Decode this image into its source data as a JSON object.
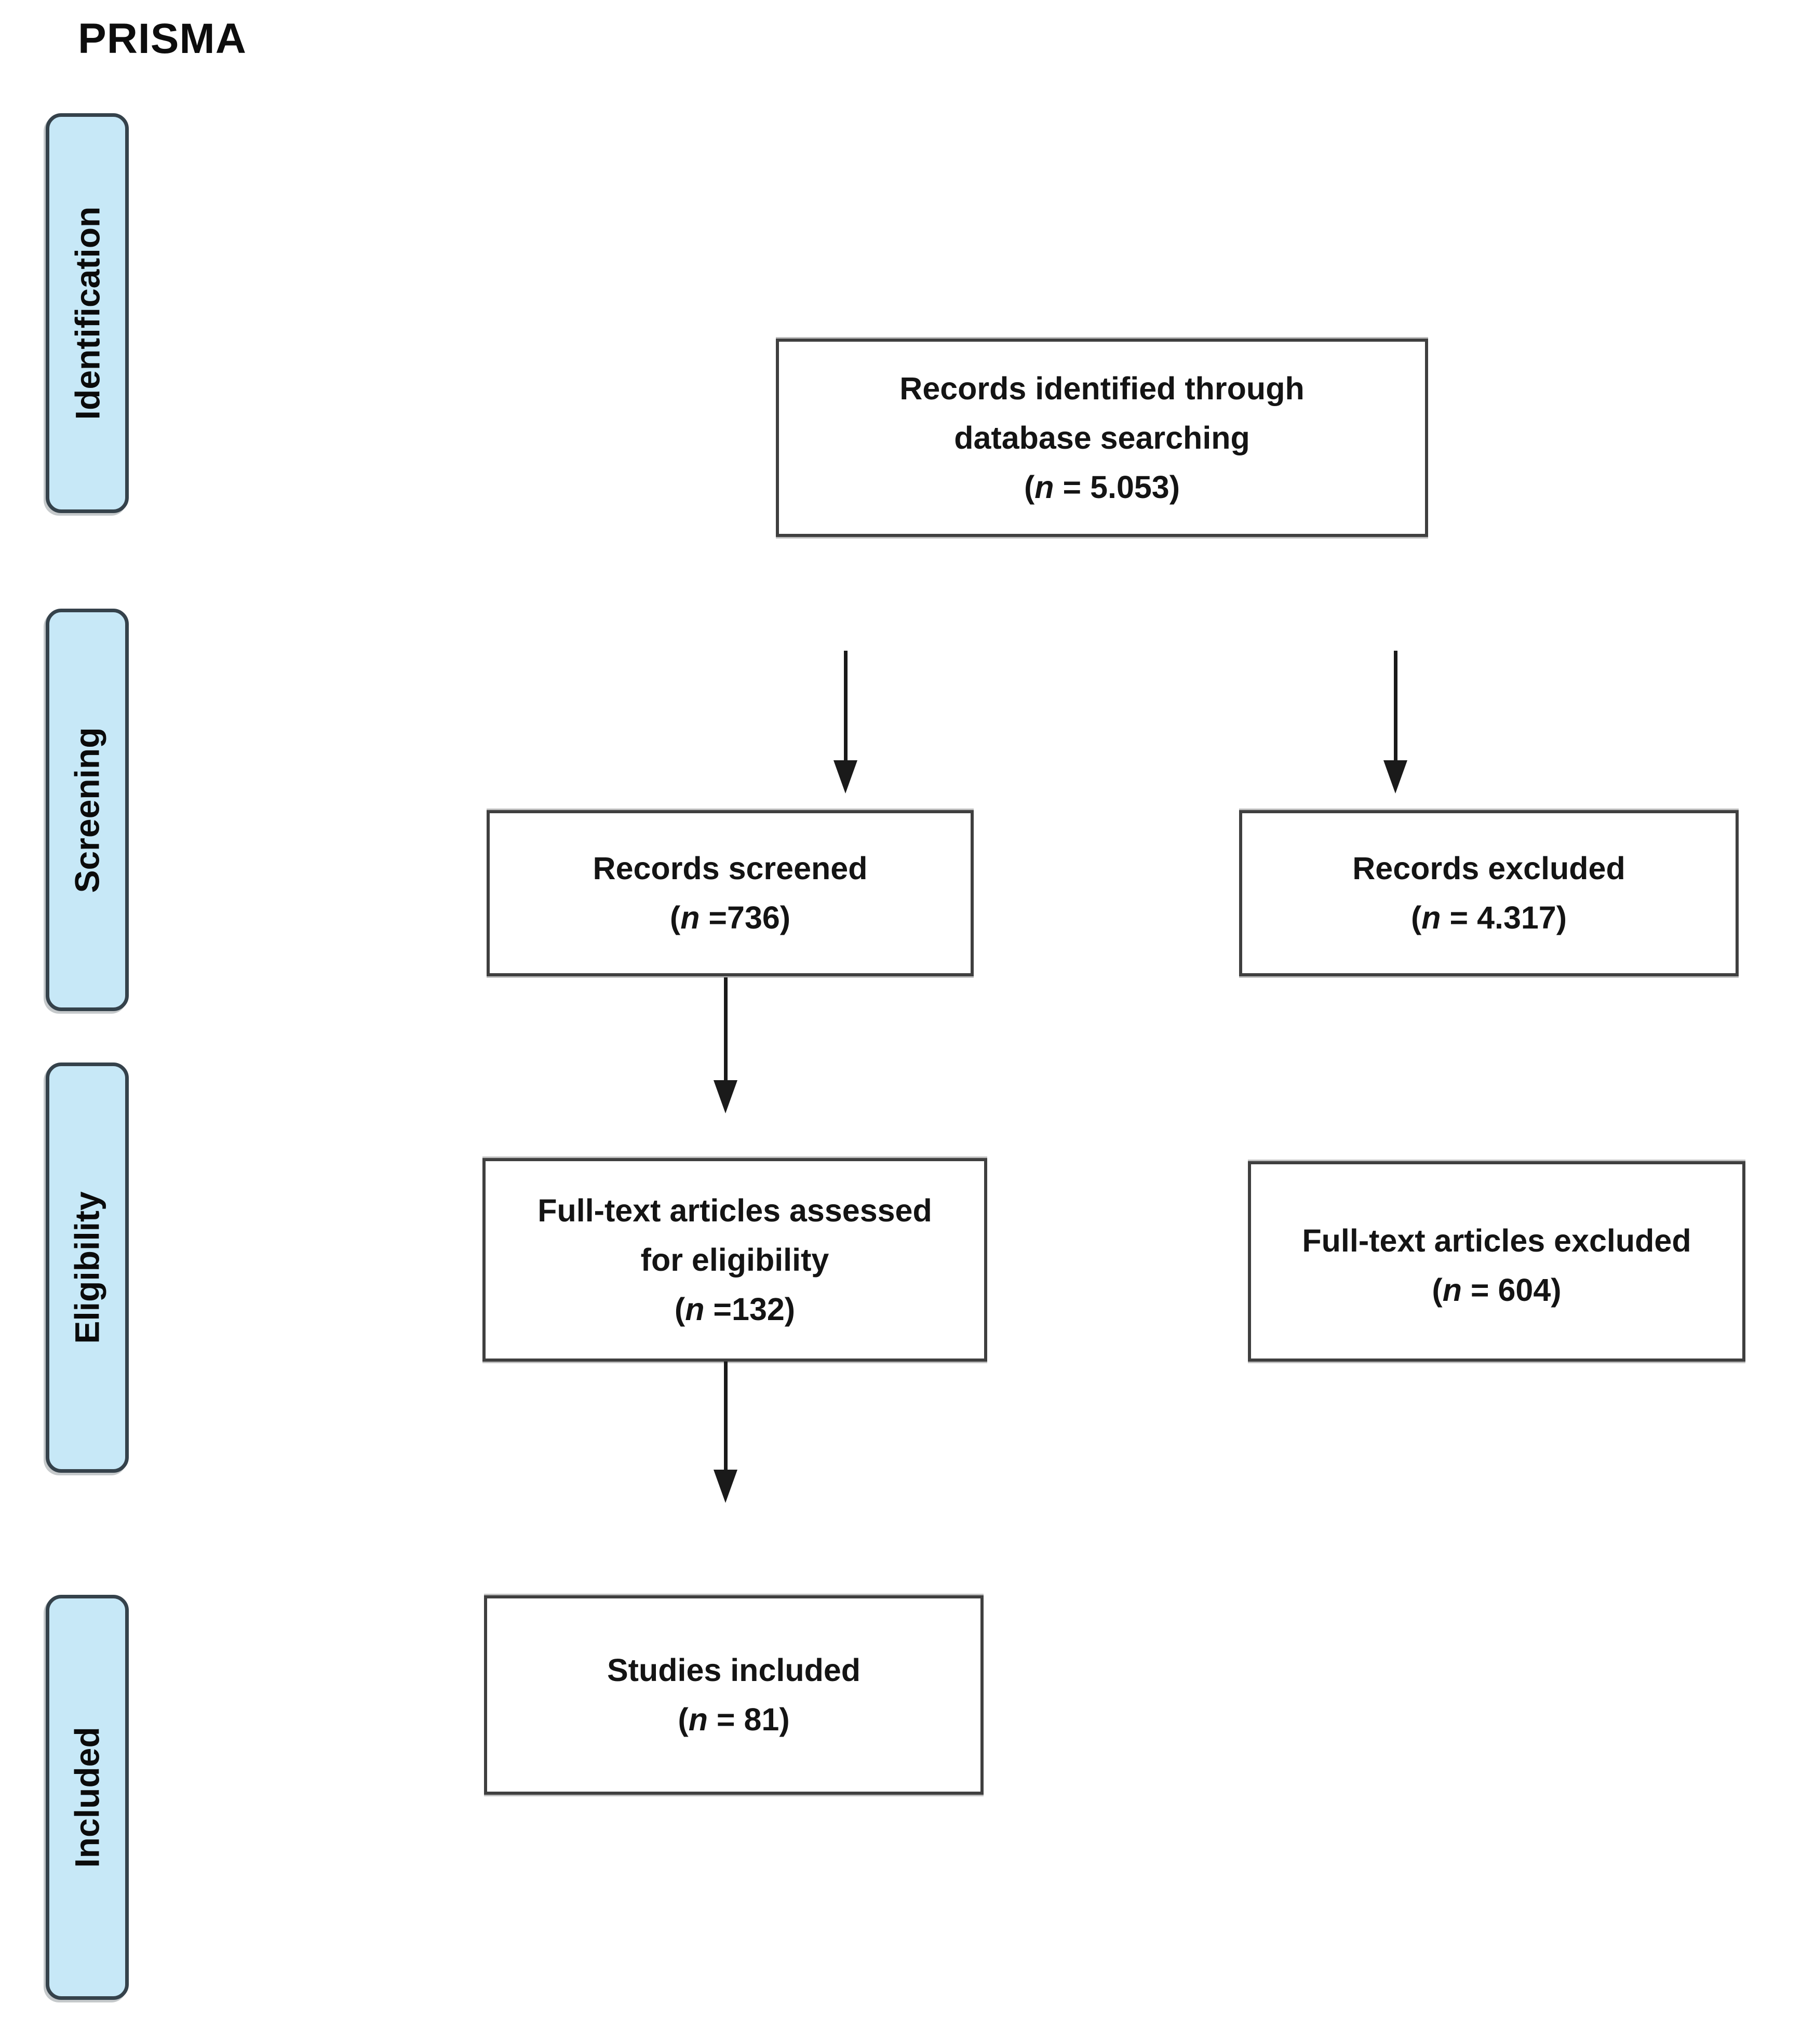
{
  "title": "PRISMA",
  "stages": [
    {
      "label": "Identification"
    },
    {
      "label": "Screening"
    },
    {
      "label": "Eligibility"
    },
    {
      "label": "Included"
    }
  ],
  "boxes": {
    "identified": {
      "lines": [
        "Records identified through",
        "database searching"
      ],
      "count": {
        "open": "(",
        "var": "n",
        "rest": " = 5.053)"
      }
    },
    "screened": {
      "lines": [
        "Records screened"
      ],
      "count": {
        "open": "(",
        "var": "n",
        "rest": " =736)"
      }
    },
    "excluded": {
      "lines": [
        "Records excluded"
      ],
      "count": {
        "open": "(",
        "var": "n",
        "rest": " = 4.317)"
      }
    },
    "fulltext_assessed": {
      "lines": [
        "Full-text articles assessed",
        "for eligibility"
      ],
      "count": {
        "open": "(",
        "var": "n",
        "rest": " =132)"
      }
    },
    "fulltext_excluded": {
      "lines": [
        "Full-text articles excluded"
      ],
      "count": {
        "open": "(",
        "var": "n",
        "rest": " = 604)"
      }
    },
    "studies_included": {
      "lines": [
        "Studies included"
      ],
      "count": {
        "open": "(",
        "var": "n",
        "rest": " = 81)"
      }
    }
  },
  "colors": {
    "stage_fill": "#C7E8F7",
    "stage_border": "#35424B",
    "box_border": "#3F3F3F",
    "arrow": "#1A1A1A",
    "text": "#141414"
  }
}
